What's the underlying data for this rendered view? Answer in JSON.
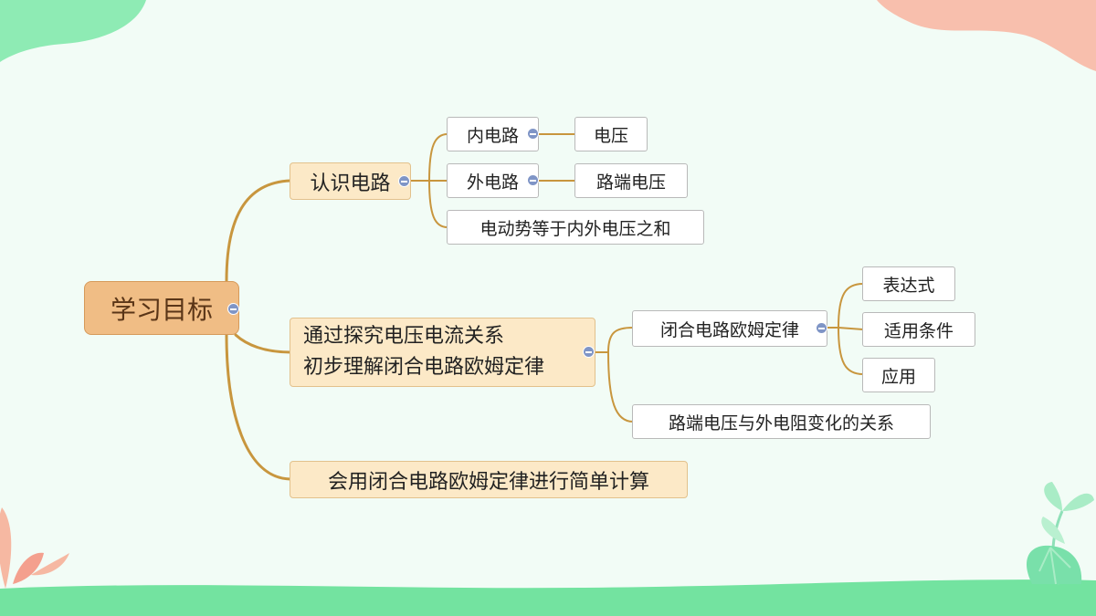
{
  "mindmap": {
    "root": "学习目标",
    "goal1": {
      "label": "认识电路",
      "inner": "内电路",
      "inner_child": "电压",
      "outer": "外电路",
      "outer_child": "路端电压",
      "emf": "电动势等于内外电压之和"
    },
    "goal2": {
      "line1": "通过探究电压电流关系",
      "line2": "初步理解闭合电路欧姆定律",
      "law": "闭合电路欧姆定律",
      "expression": "表达式",
      "conditions": "适用条件",
      "application": "应用",
      "relation": "路端电压与外电阻变化的关系"
    },
    "goal3": {
      "label": "会用闭合电路欧姆定律进行简单计算"
    }
  },
  "colors": {
    "background": "#f2fcf6",
    "connector": "#c8963e",
    "root_fill": "#f0bd85",
    "main_fill": "#fce9c7",
    "collapse_button": "#7f95c6",
    "decor_green": "#73e3a0",
    "decor_pink": "#f8bfad"
  }
}
